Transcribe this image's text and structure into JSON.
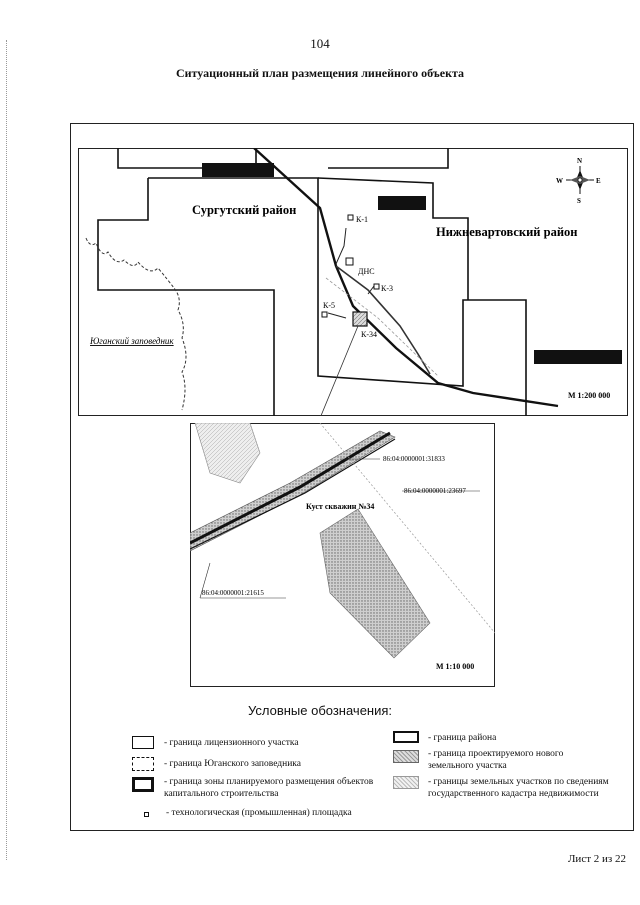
{
  "page": {
    "number": "104",
    "title": "Ситуационный план размещения линейного объекта",
    "sheet": "Лист 2 из 22"
  },
  "overview": {
    "regions": {
      "surgut": "Сургутский район",
      "nizhnevartovsk": "Нижневартовский район"
    },
    "reserve_label": "Юганский заповедник",
    "site_labels": {
      "k1": "К-1",
      "dns": "ДНС",
      "k3": "К-3",
      "k5": "К-5",
      "k34": "К-34"
    },
    "compass": {
      "n": "N",
      "s": "S",
      "w": "W",
      "e": "E"
    },
    "scale": "М 1:200 000"
  },
  "detail": {
    "parcels": {
      "p31833": "86:04:0000001:31833",
      "p23697": "86:04:0000001:23697",
      "p21615": "86:04:0000001:21615"
    },
    "well_pad": "Куст скважин №34",
    "scale": "М 1:10 000"
  },
  "legend": {
    "title": "Условные обозначения:",
    "items": [
      {
        "id": "license-boundary",
        "text": "- граница лицензионного участка"
      },
      {
        "id": "reserve-boundary",
        "text": "- граница Юганского заповедника"
      },
      {
        "id": "construction-zone",
        "text": "- граница зоны планируемого размещения объектов капитального строительства"
      },
      {
        "id": "industrial-site",
        "text": "- технологическая (промышленная) площадка"
      },
      {
        "id": "district-boundary",
        "text": "- граница района"
      },
      {
        "id": "new-parcel",
        "text": "- граница проектируемого нового земельного участка"
      },
      {
        "id": "cadastre-parcels",
        "text": "- границы земельных участков по сведениям государственного кадастра недвижимости"
      }
    ]
  }
}
